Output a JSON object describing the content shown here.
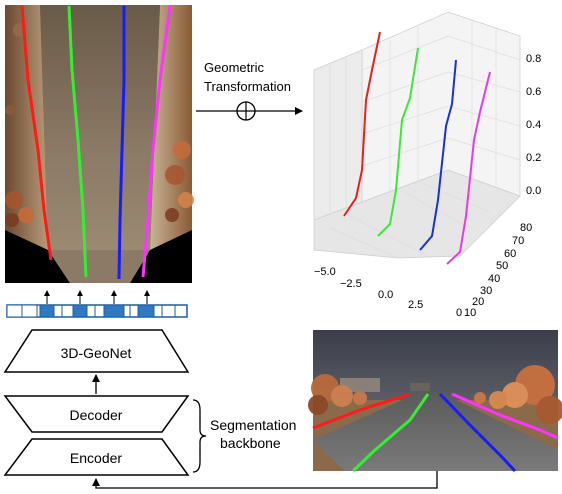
{
  "transform": {
    "line1": "Geometric",
    "line2": "Transformation"
  },
  "blocks": {
    "geonet": "3D-GeoNet",
    "decoder": "Decoder",
    "encoder": "Encoder"
  },
  "backbone": {
    "line1": "Segmentation",
    "line2": "backbone"
  },
  "plot3d": {
    "z_ticks": [
      "0.8",
      "0.6",
      "0.4",
      "0.2",
      "0.0"
    ],
    "x_ticks": [
      "−5.0",
      "−2.5",
      "0.0",
      "2.5"
    ],
    "y_ticks": [
      "80",
      "70",
      "60",
      "50",
      "40",
      "30",
      "20",
      "10",
      "0"
    ],
    "lane_colors": [
      "#e8201a",
      "#3ee63a",
      "#1a2fd6",
      "#e83ae6"
    ]
  },
  "colors": {
    "red_lane": "#ff1a1a",
    "green_lane": "#33ee33",
    "blue_lane": "#1a1aff",
    "magenta_lane": "#ff33ff",
    "strip_fill": "#2f78c4",
    "strip_border": "#1f5f9e"
  }
}
